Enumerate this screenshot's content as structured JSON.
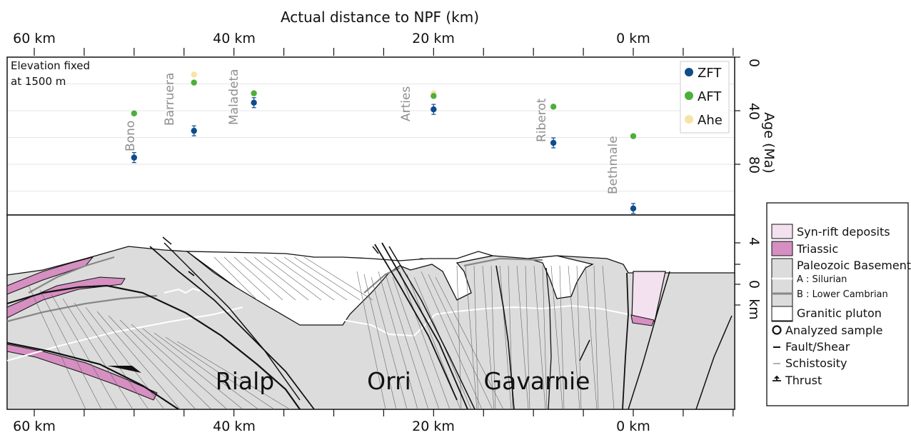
{
  "axes": {
    "top_title": "Actual distance to NPF (km)",
    "top_ticks": [
      "60 km",
      "40 km",
      "20 km",
      "0 km"
    ],
    "bottom_ticks": [
      "60 km",
      "40 km",
      "20 km",
      "0 km"
    ],
    "age_label": "Age (Ma)",
    "age_ticks": [
      "0",
      "40",
      "80"
    ],
    "elev_ticks": [
      "4",
      "0"
    ],
    "elev_unit": "km"
  },
  "note": {
    "line1": "Elevation fixed",
    "line2": "at 1500 m"
  },
  "age_legend": {
    "zft": "ZFT",
    "aft": "AFT",
    "ahe": "Ahe"
  },
  "colors": {
    "zft": "#0f4c8a",
    "aft": "#4daf3b",
    "ahe": "#f7e3a5",
    "triassic": "#d58fc1",
    "synrift": "#f3e1ef",
    "basement": "#dcdcdc"
  },
  "samples": [
    {
      "name": "Bono",
      "dist_km": 50,
      "zft": 75,
      "aft": 42
    },
    {
      "name": "Barruera",
      "dist_km": 44,
      "zft": 55,
      "aft": 19,
      "ahe": 13
    },
    {
      "name": "Maladeta",
      "dist_km": 38,
      "zft": 34,
      "aft": 27
    },
    {
      "name": "Arties",
      "dist_km": 20,
      "zft": 39,
      "aft": 29,
      "ahe": 27
    },
    {
      "name": "Riberot",
      "dist_km": 8,
      "zft": 64,
      "aft": 37
    },
    {
      "name": "Bethmale",
      "dist_km": 0,
      "zft": 113,
      "aft": 59
    }
  ],
  "units": {
    "rialp": "Rialp",
    "orri": "Orri",
    "gavarnie": "Gavarnie"
  },
  "legend": {
    "synrift": "Syn-rift deposits",
    "triassic": "Triassic",
    "paleozoic": "Paleozoic Basement",
    "silurian": "A : Silurian",
    "cambrian": "B : Lower Cambrian",
    "pluton": "Granitic pluton",
    "analyzed": "Analyzed sample",
    "fault": "Fault/Shear",
    "schistosity": "Schistosity",
    "thrust": "Thrust"
  }
}
